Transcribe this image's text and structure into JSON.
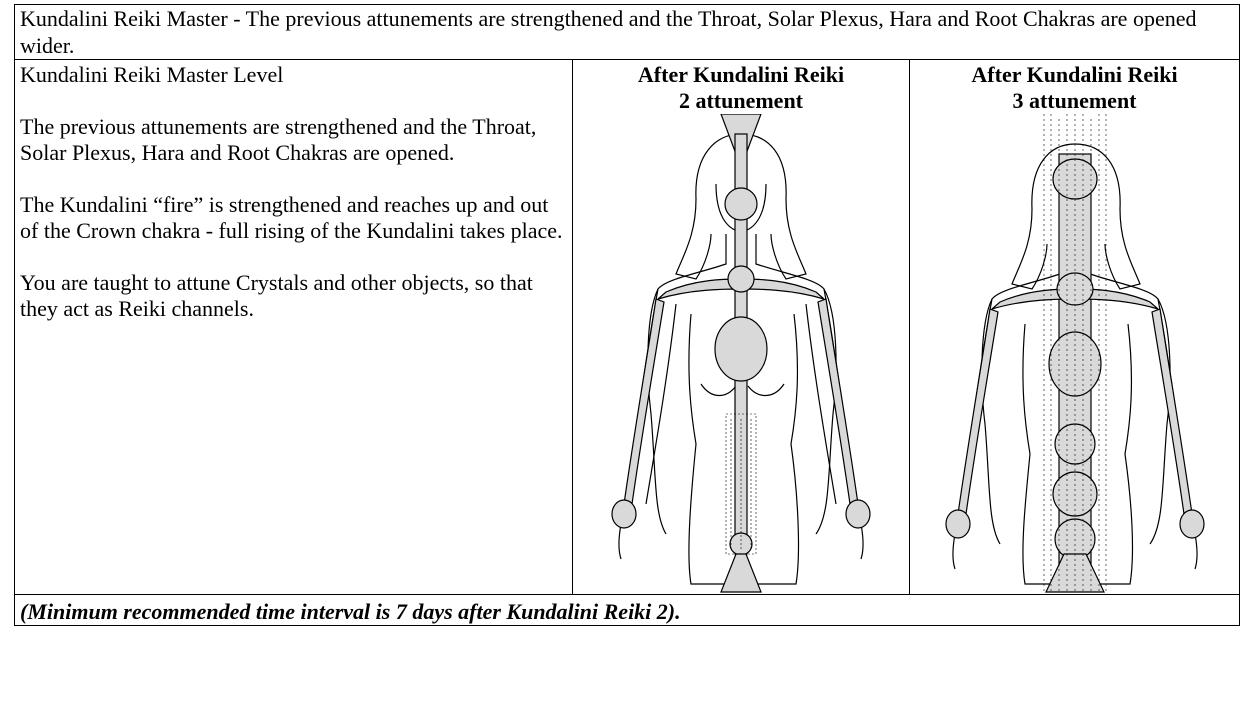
{
  "header": {
    "text": "Kundalini Reiki Master - The previous attunements are strengthened and the Throat, Solar Plexus, Hara and Root Chakras are opened wider."
  },
  "left": {
    "level_title": "Kundalini Reiki Master Level",
    "paragraphs": [
      "The previous attunements are strengthened and the Throat, Solar Plexus, Hara and Root Chakras are opened.",
      "The Kundalini “fire” is strengthened and reaches up and out of the Crown chakra - full rising of the Kundalini takes place.",
      "You are taught to attune Crystals and other objects, so that they act as Reiki channels."
    ]
  },
  "figures": [
    {
      "title_line1": "After Kundalini Reiki",
      "title_line2": "2 attunement"
    },
    {
      "title_line1": "After Kundalini Reiki",
      "title_line2": "3 attunement"
    }
  ],
  "footer": {
    "note": "(Minimum recommended time interval is 7 days after Kundalini Reiki 2)."
  },
  "colors": {
    "chakra_fill": "#d9d9d9",
    "line": "#000000"
  }
}
